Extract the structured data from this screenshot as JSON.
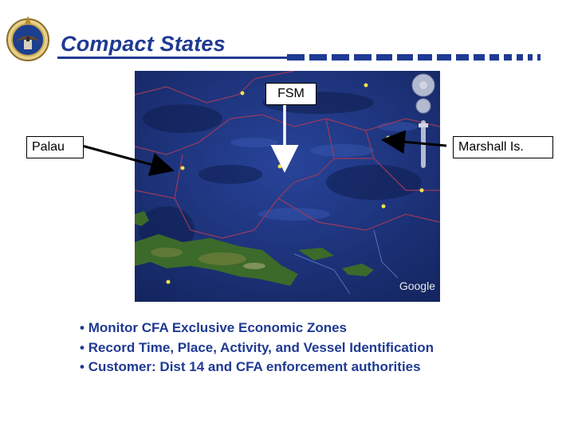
{
  "slide": {
    "title": "Compact States",
    "title_color": "#1f3a93",
    "logo_icon": "seal-emblem-icon"
  },
  "map": {
    "callouts": {
      "fsm": "FSM",
      "palau": "Palau",
      "marshall": "Marshall Is."
    },
    "watermark": "Google",
    "ocean_color": "#1b2f78",
    "boundary_color": "#9a3a5c"
  },
  "bullets": [
    "Monitor CFA Exclusive Economic Zones",
    "Record Time, Place, Activity, and Vessel Identification",
    "Customer: Dist 14 and CFA enforcement authorities"
  ]
}
